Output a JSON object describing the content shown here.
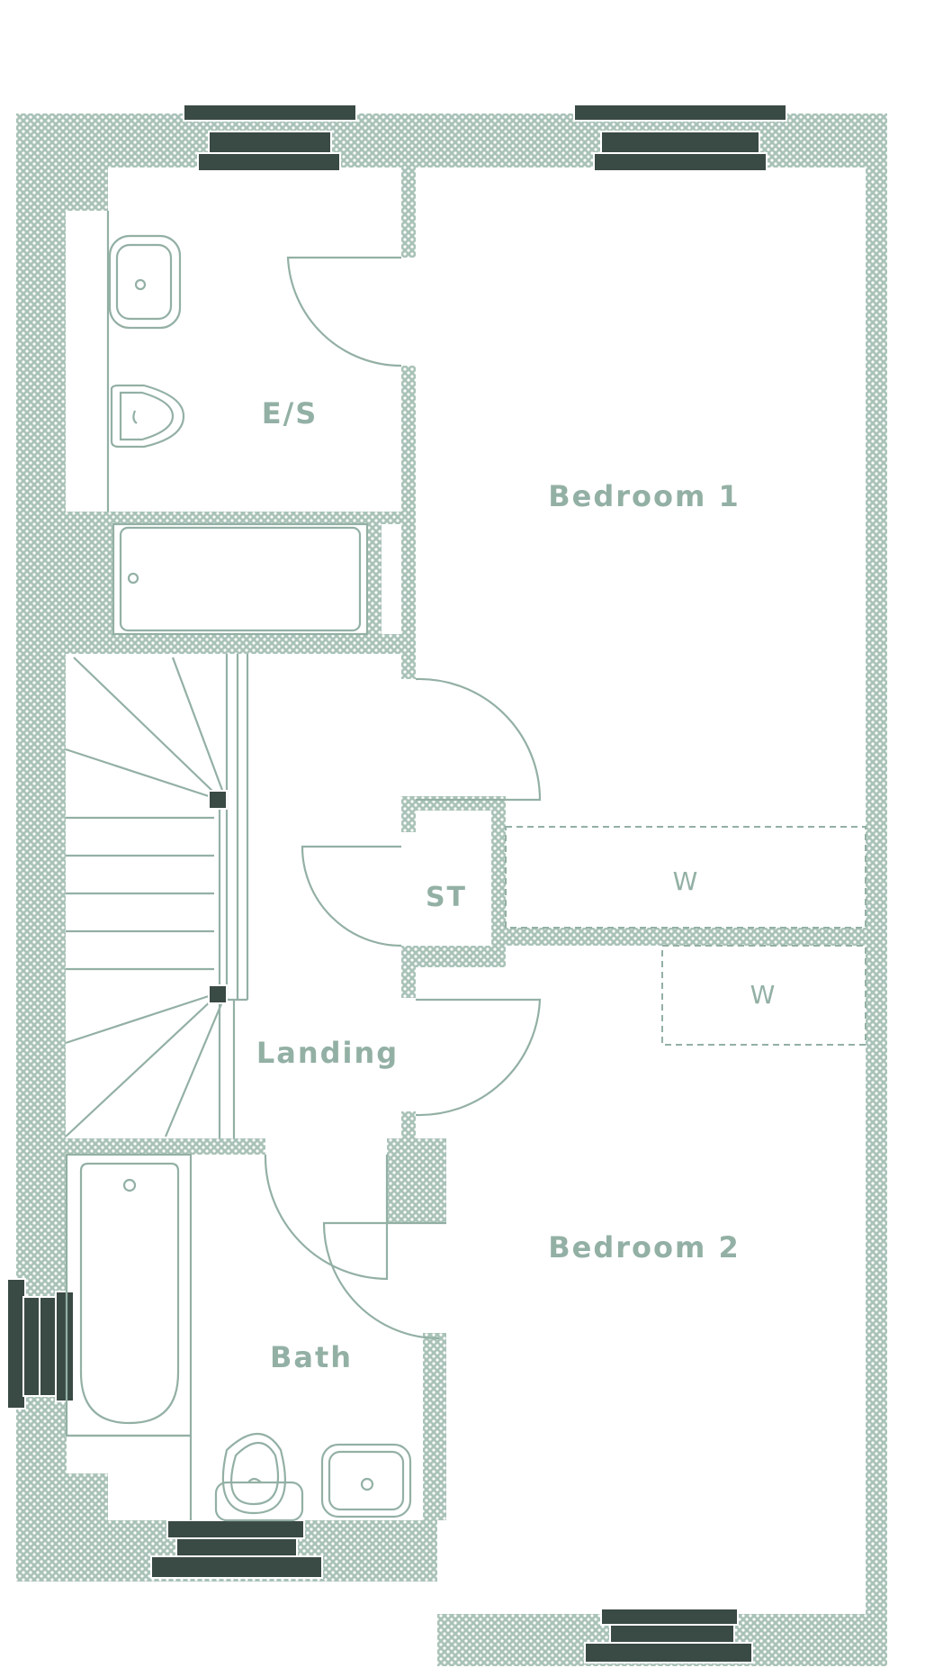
{
  "colors": {
    "wall": "#93b0a4",
    "window": "#3a4a44",
    "label": "#93b0a4",
    "background": "#ffffff"
  },
  "rooms": {
    "ensuite": "E/S",
    "bedroom1": "Bedroom 1",
    "store": "ST",
    "wardrobe1": "W",
    "wardrobe2": "W",
    "landing": "Landing",
    "bedroom2": "Bedroom 2",
    "bathroom": "Bath"
  }
}
